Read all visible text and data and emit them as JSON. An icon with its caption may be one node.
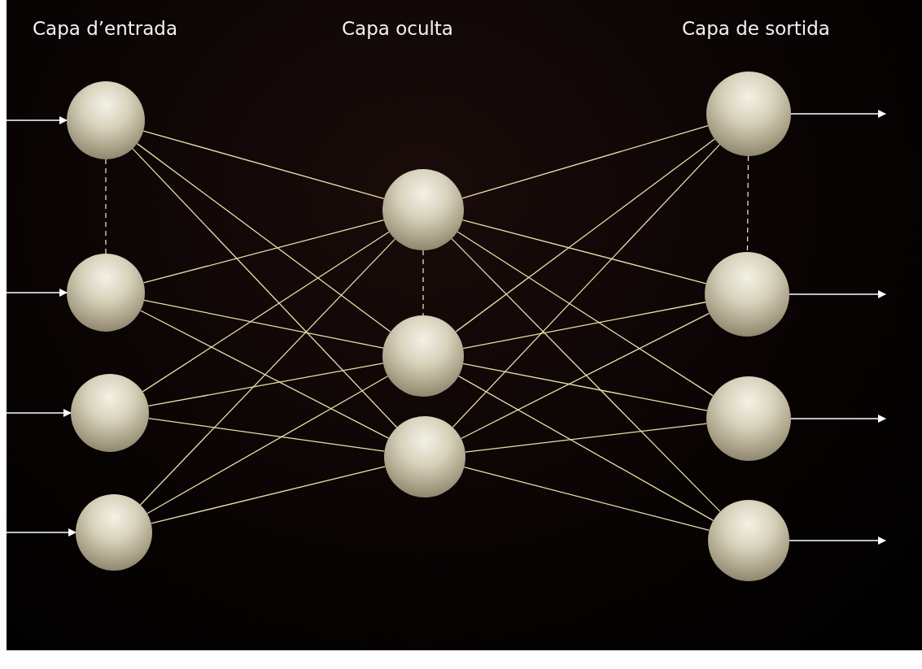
{
  "diagram": {
    "nodes": [
      {
        "text": [],
        "shape": "circle"
      },
      {
        "text": [],
        "shape": "circle"
      },
      {
        "text": [],
        "shape": "circle"
      },
      {
        "text": [],
        "shape": "circle"
      },
      {
        "text": [],
        "shape": "circle"
      },
      {
        "text": [],
        "shape": "circle"
      },
      {
        "text": [],
        "shape": "circle"
      },
      {
        "text": [],
        "shape": "circle"
      },
      {
        "text": [],
        "shape": "circle"
      },
      {
        "text": [],
        "shape": "circle"
      },
      {
        "text": [],
        "shape": "circle"
      }
    ],
    "edges": [
      {
        "from": null,
        "to": 0,
        "arrow": "to",
        "color": "#ffffff"
      },
      {
        "from": null,
        "to": 1,
        "arrow": "to",
        "color": "#ffffff"
      },
      {
        "from": null,
        "to": 2,
        "arrow": "to",
        "color": "#ffffff"
      },
      {
        "from": null,
        "to": 3,
        "arrow": "to",
        "color": "#ffffff"
      },
      {
        "from": 0,
        "to": 1,
        "arrow": "none",
        "style": "dashed"
      },
      {
        "from": 4,
        "to": 5,
        "arrow": "none",
        "style": "dashed"
      },
      {
        "from": 7,
        "to": 8,
        "arrow": "none",
        "style": "dashed"
      },
      {
        "from": 0,
        "to": 4,
        "arrow": "none"
      },
      {
        "from": 0,
        "to": 5,
        "arrow": "none"
      },
      {
        "from": 0,
        "to": 6,
        "arrow": "none"
      },
      {
        "from": 1,
        "to": 4,
        "arrow": "none"
      },
      {
        "from": 1,
        "to": 5,
        "arrow": "none"
      },
      {
        "from": 1,
        "to": 6,
        "arrow": "none"
      },
      {
        "from": 2,
        "to": 4,
        "arrow": "none"
      },
      {
        "from": 2,
        "to": 5,
        "arrow": "none"
      },
      {
        "from": 2,
        "to": 6,
        "arrow": "none"
      },
      {
        "from": 3,
        "to": 4,
        "arrow": "none"
      },
      {
        "from": 3,
        "to": 5,
        "arrow": "none"
      },
      {
        "from": 3,
        "to": 6,
        "arrow": "none"
      },
      {
        "from": 4,
        "to": 7,
        "arrow": "none"
      },
      {
        "from": 4,
        "to": 8,
        "arrow": "none"
      },
      {
        "from": 4,
        "to": 9,
        "arrow": "none"
      },
      {
        "from": 4,
        "to": 10,
        "arrow": "none"
      },
      {
        "from": 5,
        "to": 7,
        "arrow": "none"
      },
      {
        "from": 5,
        "to": 8,
        "arrow": "none"
      },
      {
        "from": 5,
        "to": 9,
        "arrow": "none"
      },
      {
        "from": 5,
        "to": 10,
        "arrow": "none"
      },
      {
        "from": 6,
        "to": 7,
        "arrow": "none"
      },
      {
        "from": 6,
        "to": 8,
        "arrow": "none"
      },
      {
        "from": 6,
        "to": 9,
        "arrow": "none"
      },
      {
        "from": 6,
        "to": 10,
        "arrow": "none"
      },
      {
        "from": 7,
        "to": null,
        "arrow": "to",
        "color": "#ffffff"
      },
      {
        "from": 8,
        "to": null,
        "arrow": "to",
        "color": "#ffffff"
      },
      {
        "from": 9,
        "to": null,
        "arrow": "to",
        "color": "#ffffff"
      },
      {
        "from": 10,
        "to": null,
        "arrow": "to",
        "color": "#ffffff"
      }
    ],
    "labels": [
      "Capa d’entrada",
      "Capa oculta",
      "Capa de sortida"
    ]
  }
}
